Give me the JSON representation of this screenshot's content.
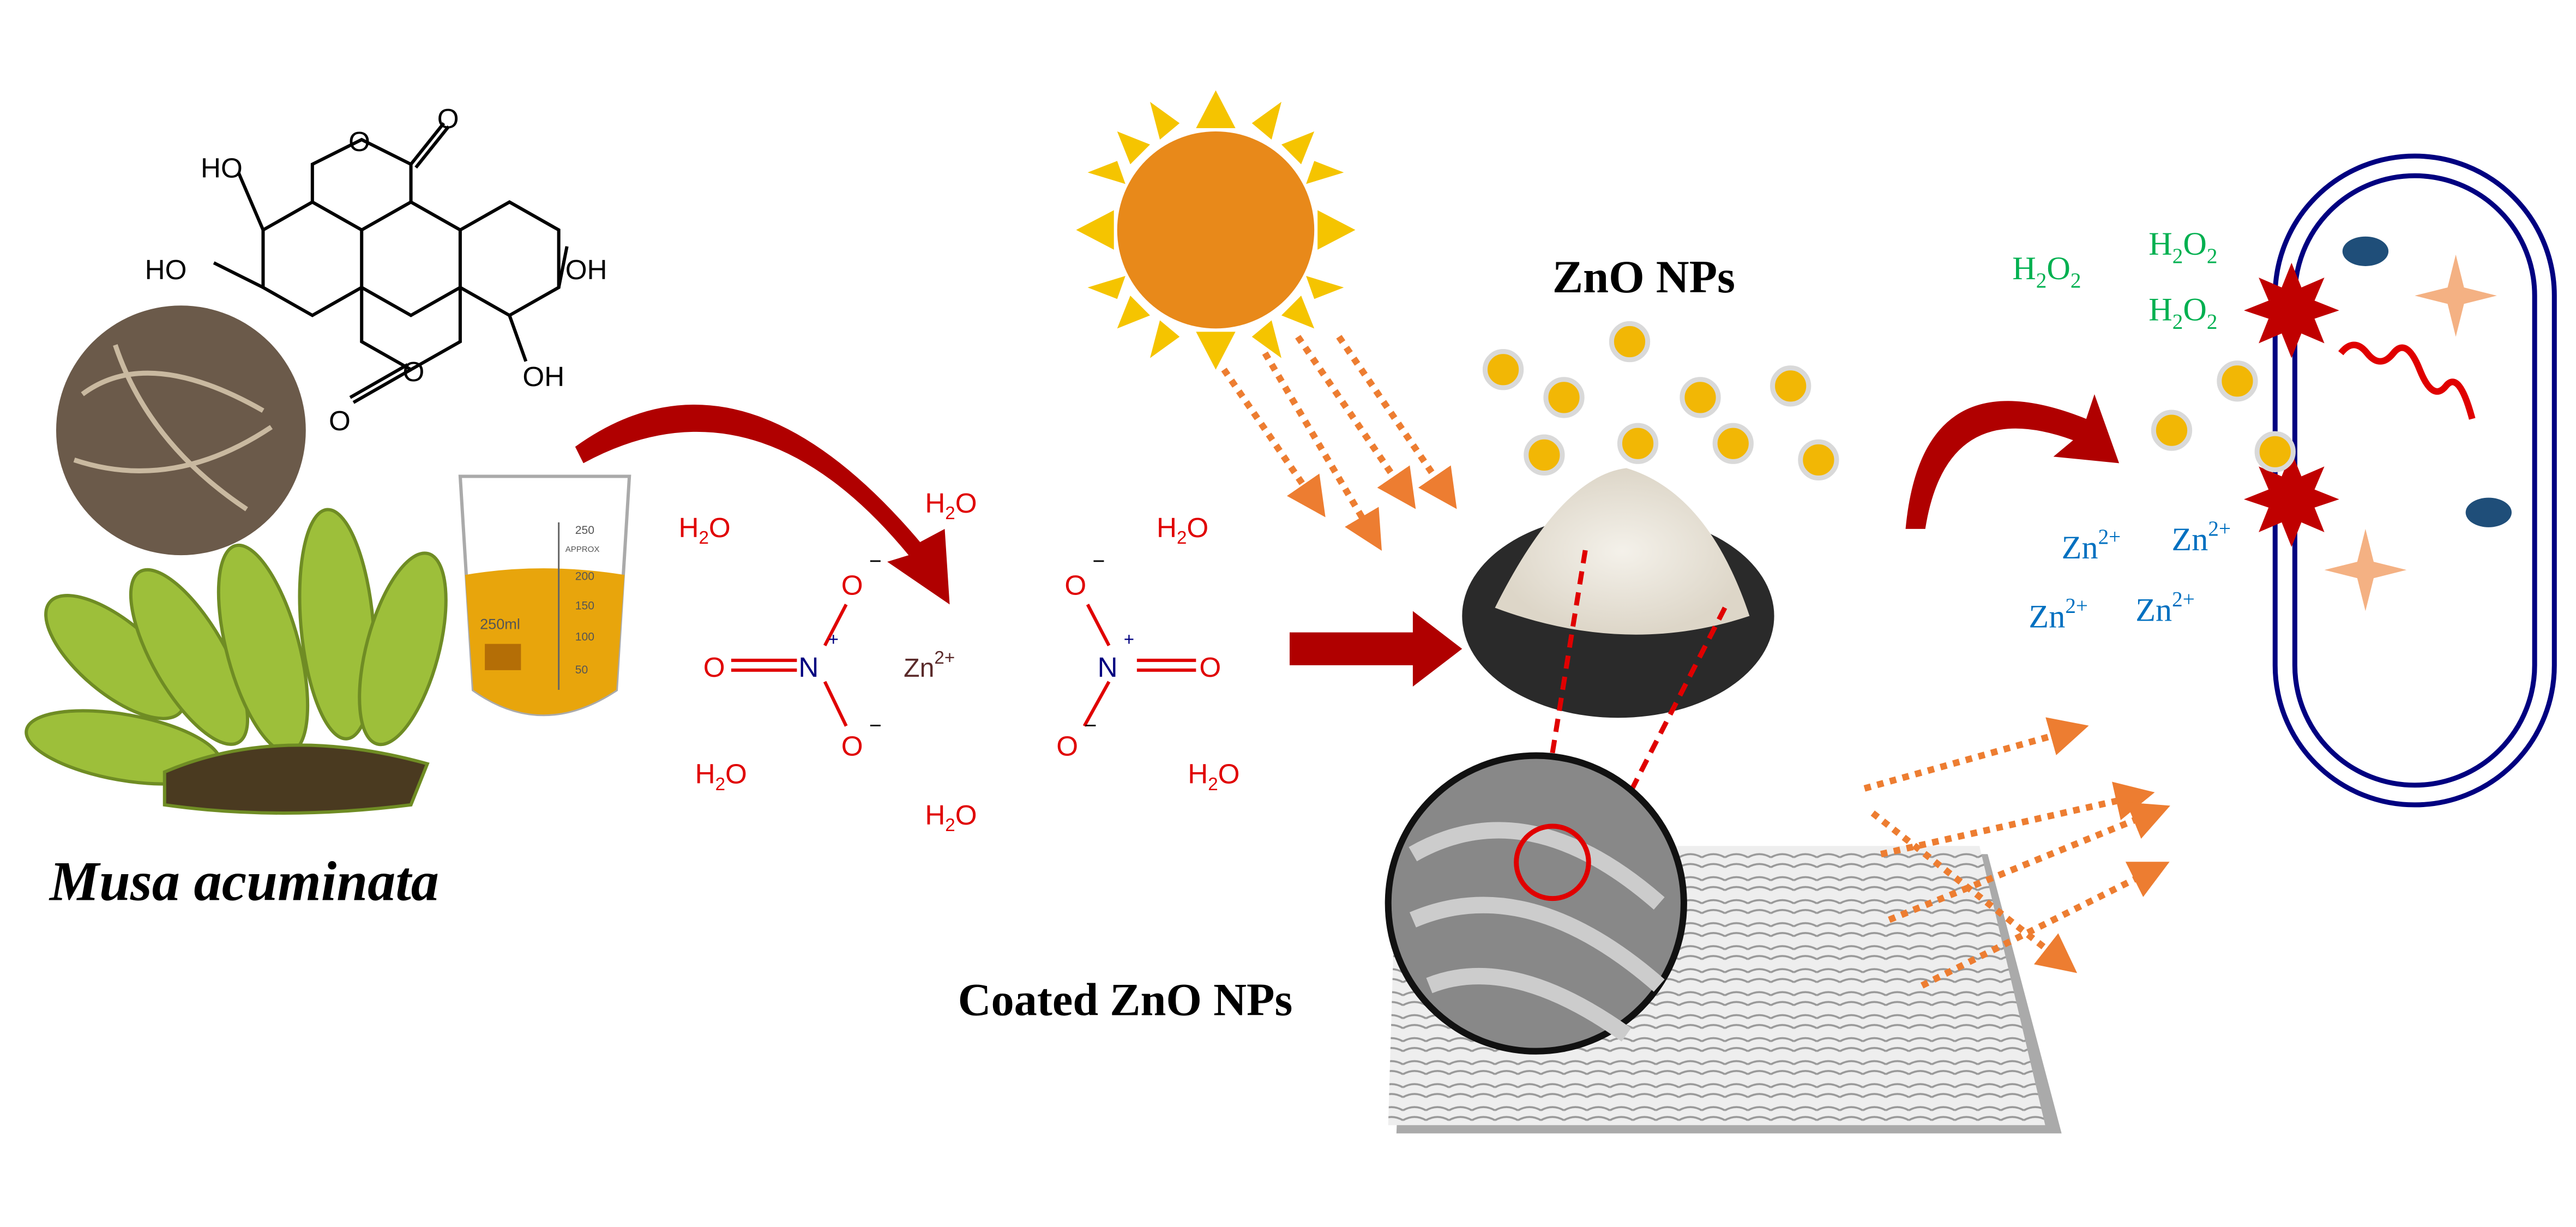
{
  "labels": {
    "plant_name": "Musa acuminata",
    "nanoparticles": "ZnO NPs",
    "coated": "Coated ZnO NPs"
  },
  "molecule": {
    "hydroxyl": "OH",
    "hydroxyl_left": "HO",
    "oxygen": "O"
  },
  "beaker": {
    "volume": "250ml",
    "marks": [
      "250",
      "APPROX",
      "200",
      "150",
      "100",
      "50"
    ]
  },
  "water": {
    "label": "H",
    "sub": "2",
    "tail": "O"
  },
  "nitrate": {
    "n": "N",
    "o": "O",
    "plus": "+",
    "minus": "−"
  },
  "zinc": {
    "base": "Zn",
    "charge": "2+"
  },
  "peroxide": {
    "h": "H",
    "sub": "2",
    "o": "O"
  },
  "colors": {
    "sun": "#E8891A",
    "rays": "#F5C400",
    "np": "#F2B705",
    "arrow": "#B00000",
    "dotted": "#ED7D31",
    "peroxide": "#00B050",
    "zinc": "#0070C0",
    "cell": "#000080"
  }
}
